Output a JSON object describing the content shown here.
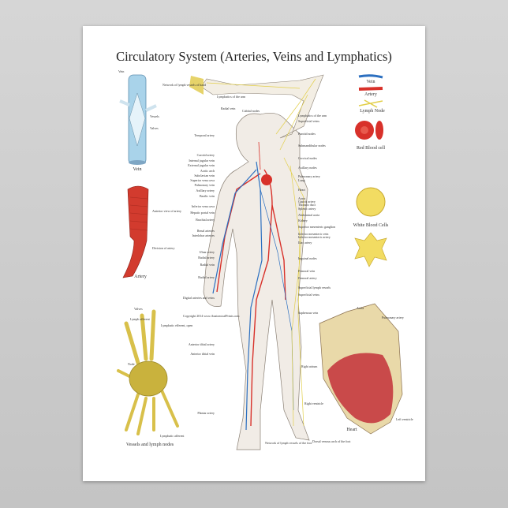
{
  "title": "Circulatory System (Arteries, Veins and Lymphatics)",
  "copyright": "Copyright 2014 www.AnatomicalPrints.com",
  "left_panel": {
    "vein_label": "Vein",
    "vessels": "Vessels",
    "valves": "Valves",
    "vein_caption": "Vein",
    "artery_view": "Anterior view of artery",
    "artery_division": "Division of artery",
    "artery_caption": "Artery",
    "lymph_valves": "Valves",
    "lymph_afferent": "Lymph afferent",
    "lymph_efferent": "Lymphatic efferent, open",
    "node": "Node",
    "lymphatic_afferent": "Lymphatic afferent",
    "lymph_caption": "Vessels and lymph nodes"
  },
  "right_panel": {
    "legend_vein": "Vein",
    "legend_artery": "Artery",
    "legend_lymph": "Lymph Node",
    "rbc_caption": "Red Blood cell",
    "wbc_caption": "White Blood Cells",
    "heart_aorta": "Aorta",
    "heart_pulmonary": "Pulmonary artery",
    "right_atrium": "Right atrium",
    "right_ventricle": "Right ventricle",
    "left_ventricle": "Left ventricle",
    "heart_caption": "Heart"
  },
  "top_labels": [
    "Network of lymph vessels of hand",
    "Lymphatics of the arm",
    "Radial vein",
    "Cubital nodes"
  ],
  "left_labels": [
    "Temporal artery",
    "Carotid artery",
    "Internal jugular vein",
    "External jugular vein",
    "Aortic arch",
    "Subclavian vein",
    "Superior vena cava",
    "Pulmonary vein",
    "Axillary artery",
    "Basilic vein",
    "Inferior vena cava",
    "Hepatic portal vein",
    "Brachial artery",
    "Renal arteries",
    "Interlobar arteries",
    "Ulnar artery",
    "Radial artery",
    "Radial vein",
    "Radial artery",
    "Digital arteries and veins",
    "Anterior tibial artery",
    "Anterior tibial vein",
    "Plantar artery"
  ],
  "right_labels": [
    "Lymphatics of the arm",
    "Superficial veins",
    "Parotid nodes",
    "Submandibular nodes",
    "Cervical nodes",
    "Axillary nodes",
    "Pulmonary artery",
    "Lung",
    "Heart",
    "Aorta",
    "Gastric artery",
    "Thoracic duct",
    "Splenic artery",
    "Abdominal aorta",
    "Kidney",
    "Superior mesenteric ganglion",
    "Inferior mesenteric vein",
    "Inferior mesenteric artery",
    "Iliac artery",
    "Inguinal nodes",
    "Femoral vein",
    "Femoral artery",
    "Superficial lymph vessels",
    "Superficial veins",
    "Saphenous vein"
  ],
  "bottom_labels": [
    "Network of lymph vessels of the foot",
    "Dorsal venous arch of the foot"
  ],
  "colors": {
    "artery": "#d8312a",
    "vein": "#2b6fc0",
    "lymph": "#e2cf4a",
    "background": "#c9c9c9",
    "paper": "#ffffff"
  }
}
